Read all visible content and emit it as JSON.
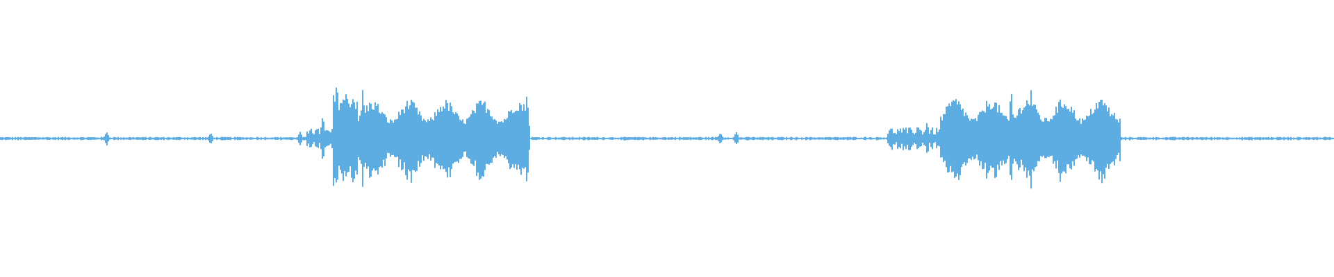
{
  "waveform": {
    "color": "#5dade2",
    "background": "#ffffff",
    "segments": [
      {
        "start": 0.0,
        "end": 0.23,
        "level": 0.03,
        "kind": "quiet"
      },
      {
        "start": 0.23,
        "end": 0.25,
        "level": 0.18,
        "kind": "onset"
      },
      {
        "start": 0.25,
        "end": 0.268,
        "level": 0.85,
        "kind": "burst"
      },
      {
        "start": 0.268,
        "end": 0.395,
        "level": 0.62,
        "kind": "sustain"
      },
      {
        "start": 0.395,
        "end": 0.665,
        "level": 0.03,
        "kind": "quiet"
      },
      {
        "start": 0.665,
        "end": 0.705,
        "level": 0.2,
        "kind": "onset"
      },
      {
        "start": 0.705,
        "end": 0.84,
        "level": 0.65,
        "kind": "sustain"
      },
      {
        "start": 0.84,
        "end": 1.0,
        "level": 0.03,
        "kind": "quiet"
      }
    ],
    "spikes": [
      {
        "at": 0.08,
        "level": 0.12
      },
      {
        "at": 0.158,
        "level": 0.1
      },
      {
        "at": 0.225,
        "level": 0.12
      },
      {
        "at": 0.233,
        "level": 0.2
      },
      {
        "at": 0.242,
        "level": 0.42
      },
      {
        "at": 0.252,
        "level": 0.95
      },
      {
        "at": 0.262,
        "level": 0.7
      },
      {
        "at": 0.272,
        "level": 0.92
      },
      {
        "at": 0.395,
        "level": 0.82
      },
      {
        "at": 0.54,
        "level": 0.1
      },
      {
        "at": 0.552,
        "level": 0.12
      },
      {
        "at": 0.675,
        "level": 0.18
      },
      {
        "at": 0.688,
        "level": 0.25
      },
      {
        "at": 0.695,
        "level": 0.3
      },
      {
        "at": 0.758,
        "level": 0.92
      },
      {
        "at": 0.773,
        "level": 0.9
      },
      {
        "at": 0.835,
        "level": 0.55
      }
    ]
  }
}
